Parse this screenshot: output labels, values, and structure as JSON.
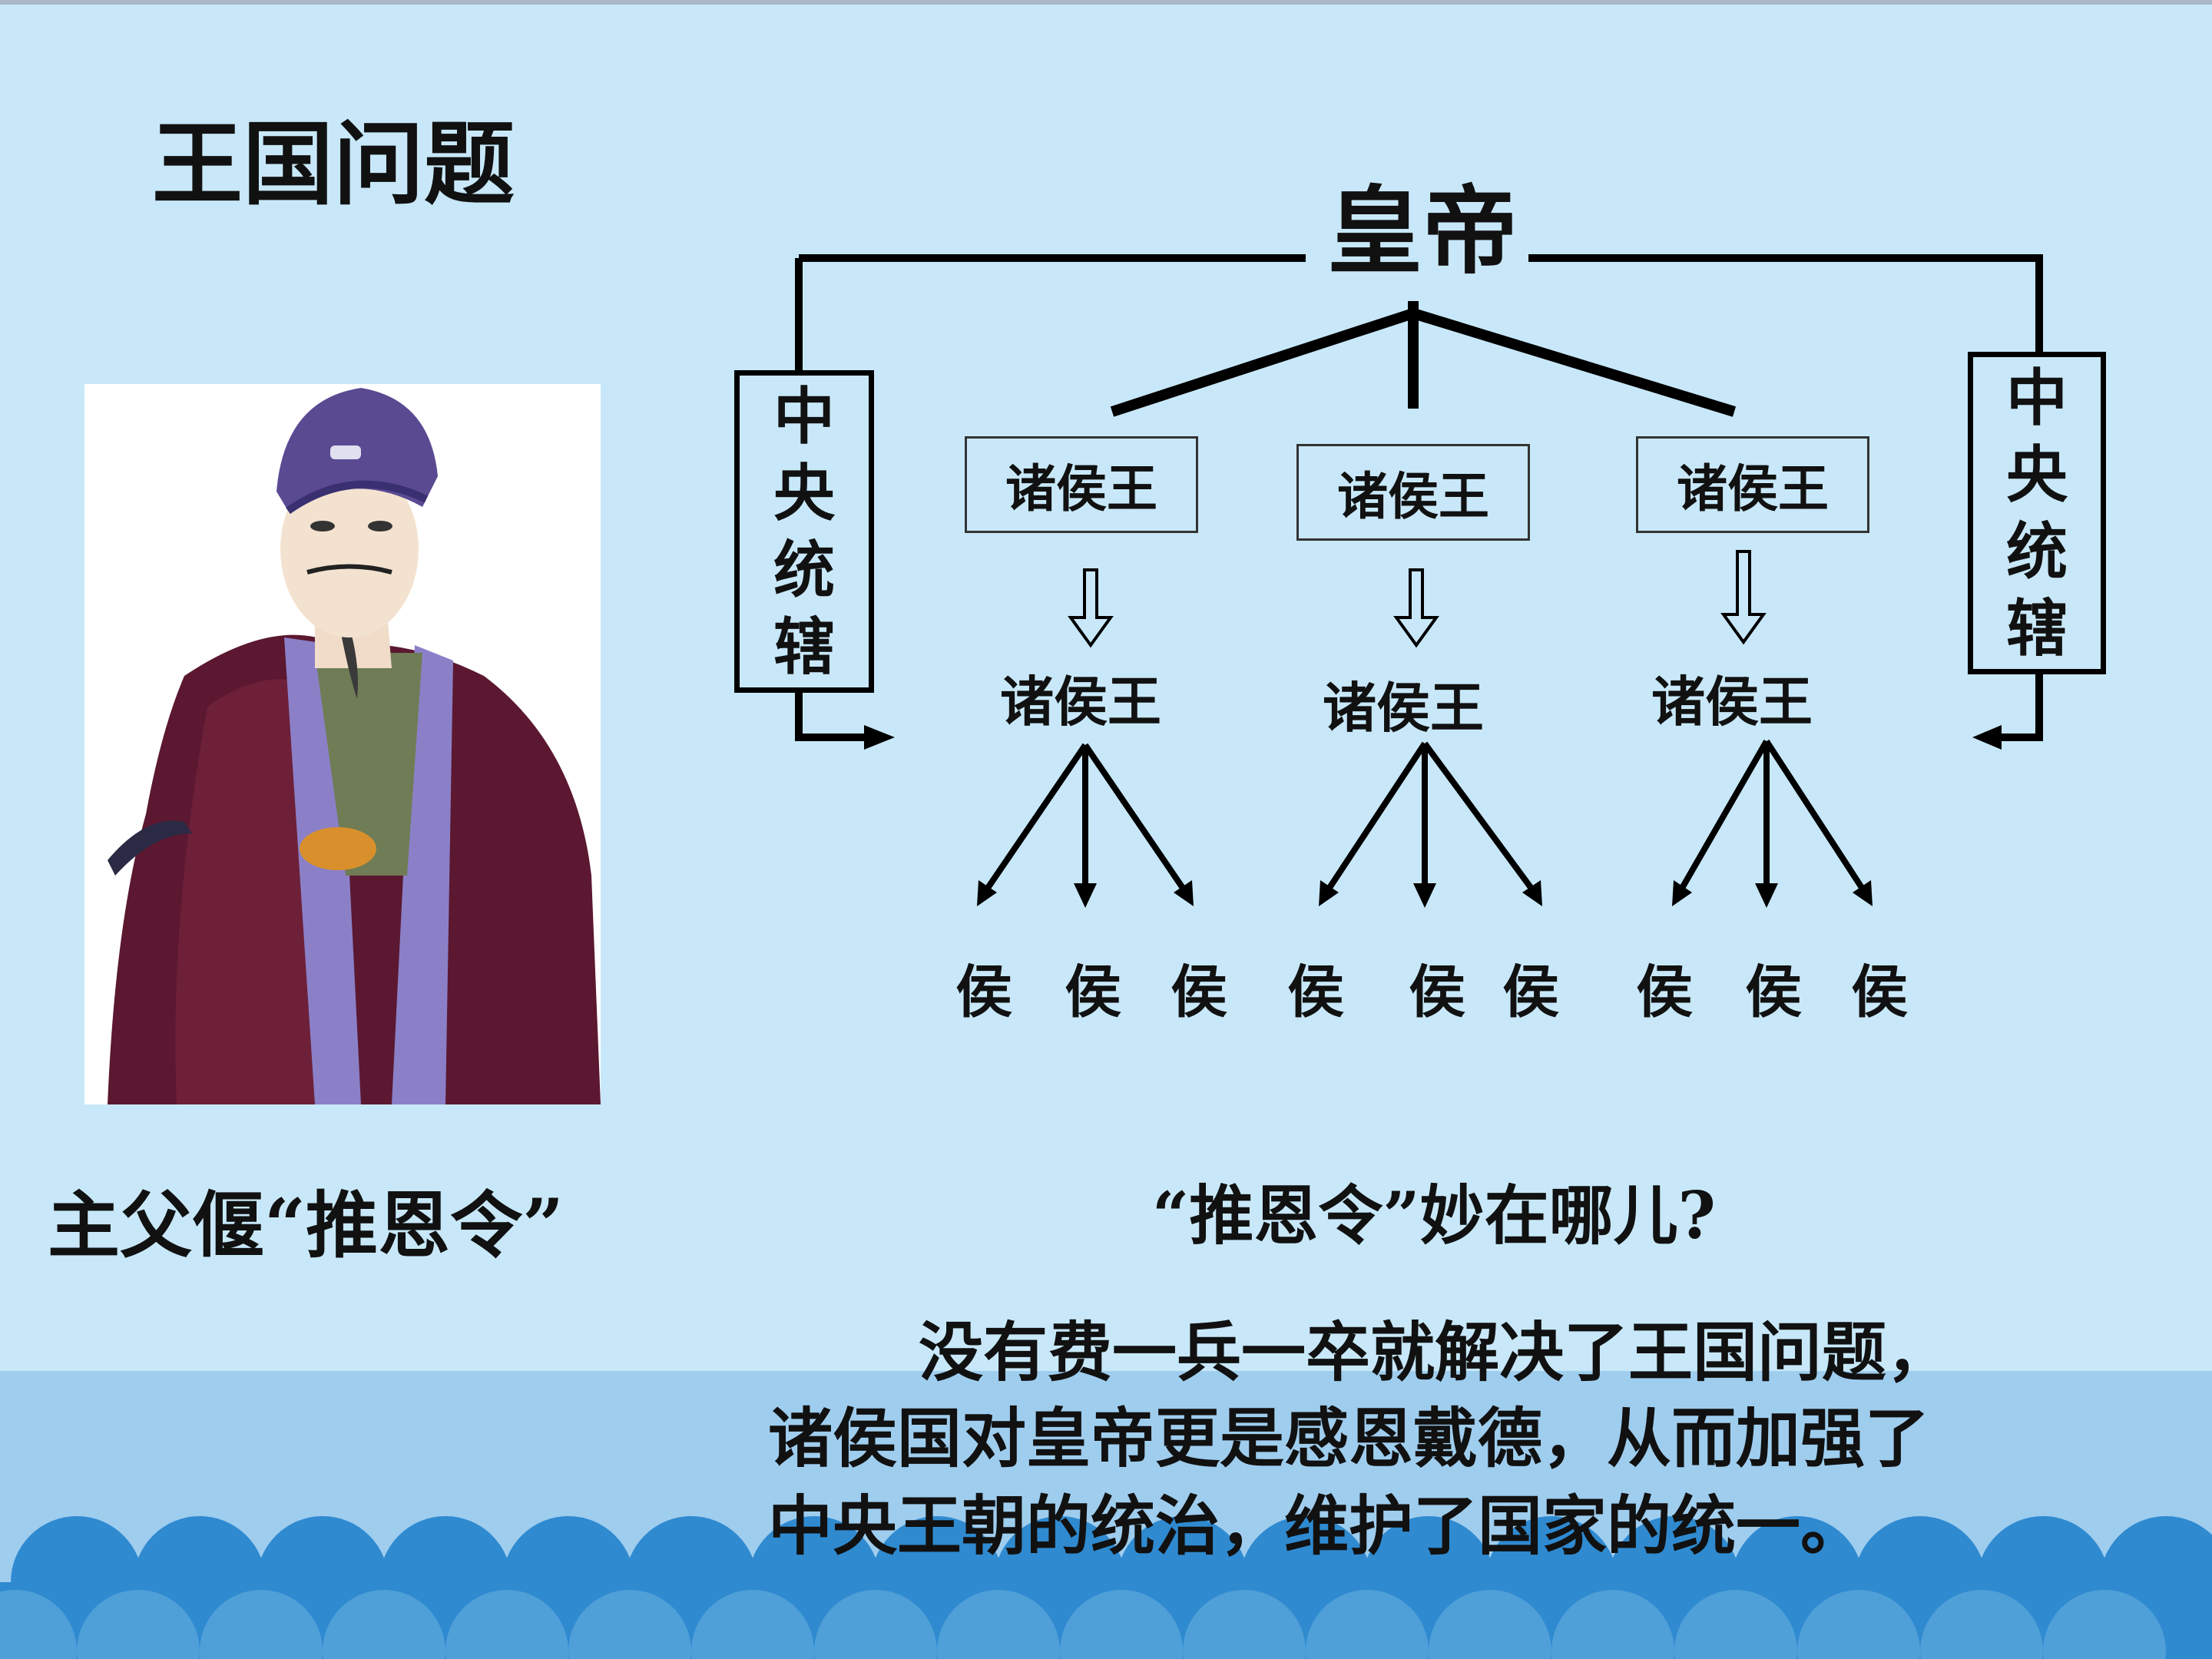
{
  "slide": {
    "title": "王国问题",
    "portrait_caption": "主父偃“推恩令”",
    "question": "“推恩令”妙在哪儿?",
    "answer_lines": [
      "没有费一兵一卒就解决了王国问题，",
      "诸侯国对皇帝更是感恩戴德，从而加强了",
      "中央王朝的统治，维护了国家的统一。"
    ]
  },
  "diagram": {
    "top": "皇帝",
    "side_left": [
      "中",
      "央",
      "统",
      "辖"
    ],
    "side_right": [
      "中",
      "央",
      "统",
      "辖"
    ],
    "kings_boxed": [
      "诸侯王",
      "诸侯王",
      "诸侯王"
    ],
    "kings_plain": [
      "诸侯王",
      "诸侯王",
      "诸侯王"
    ],
    "hou": [
      "侯",
      "侯",
      "侯",
      "侯",
      "侯",
      "侯",
      "侯",
      "侯",
      "侯"
    ]
  },
  "colors": {
    "sky": "#c8e8f9",
    "sea": "#2f8ad0",
    "sea_light": "#9fcdee",
    "ink": "#000000"
  }
}
